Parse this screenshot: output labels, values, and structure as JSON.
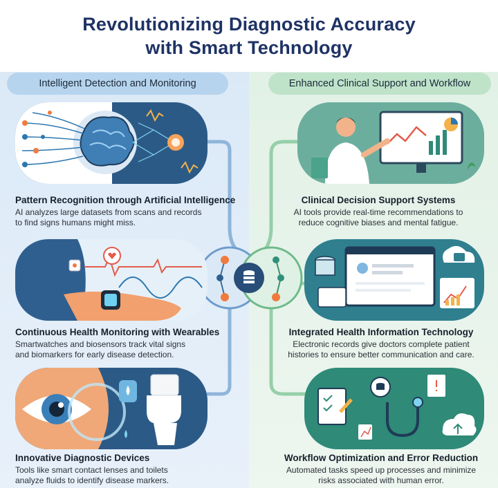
{
  "title": {
    "line1": "Revolutionizing Diagnostic Accuracy",
    "line2": "with Smart Technology"
  },
  "colors": {
    "title": "#1e3264",
    "left_accent": "#b7d4ee",
    "right_accent": "#bfe3c9",
    "node_orange": "#f07b3f",
    "node_blue": "#2f5f8f",
    "node_teal": "#2f8f7a"
  },
  "left_section": {
    "header": "Intelligent Detection and Monitoring",
    "items": [
      {
        "title": "Pattern Recognition through Artificial Intelligence",
        "desc_line1": "AI analyzes large datasets from scans and records",
        "desc_line2": "to find signs humans might miss.",
        "icon": "brain-network-icon"
      },
      {
        "title": "Continuous Health Monitoring with Wearables",
        "desc_line1": "Smartwatches and biosensors track vital signs",
        "desc_line2": "and biomarkers for early disease detection.",
        "icon": "smartwatch-icon"
      },
      {
        "title": "Innovative Diagnostic Devices",
        "desc_line1": "Tools like smart contact lenses and toilets",
        "desc_line2": "analyze fluids to identify disease markers.",
        "icon": "eye-lens-icon"
      }
    ]
  },
  "right_section": {
    "header": "Enhanced Clinical Support and Workflow",
    "items": [
      {
        "title": "Clinical Decision Support Systems",
        "desc_line1": "AI tools provide real-time recommendations to",
        "desc_line2": "reduce cognitive biases and mental fatigue.",
        "icon": "doctor-dashboard-icon"
      },
      {
        "title": "Integrated Health Information Technology",
        "desc_line1": "Electronic records give doctors complete patient",
        "desc_line2": "histories to ensure better communication and care.",
        "icon": "health-records-icon"
      },
      {
        "title": "Workflow Optimization and Error Reduction",
        "desc_line1": "Automated tasks speed up processes and minimize",
        "desc_line2": "risks associated with human error.",
        "icon": "stethoscope-workflow-icon"
      }
    ]
  },
  "hub": {
    "icon": "database-hub-icon"
  }
}
